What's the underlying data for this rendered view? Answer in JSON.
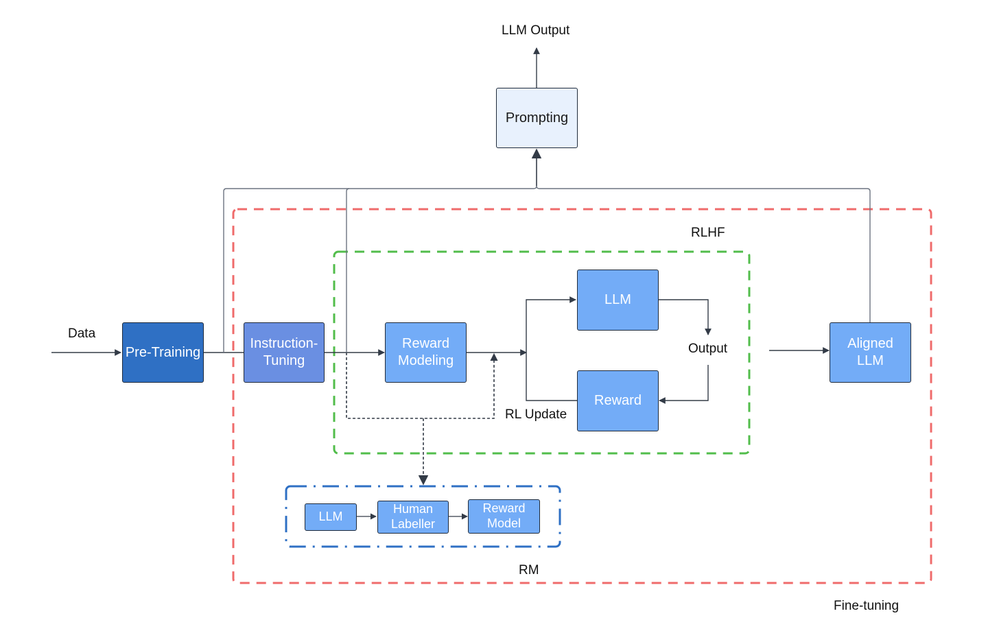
{
  "colors": {
    "pretraining": "#2f70c4",
    "instruction": "#6a8fe2",
    "stage": "#73acf7",
    "prompting": "#e8f1fd",
    "edge": "#333b47",
    "rlhf_border": "#52bd4b",
    "finetune_border": "#ef6b6b",
    "rm_border": "#2f70c4"
  },
  "nodes": {
    "pretraining": "Pre-Training",
    "instruction": "Instruction-\nTuning",
    "reward_modeling": "Reward\nModeling",
    "llm": "LLM",
    "reward": "Reward",
    "aligned": "Aligned\nLLM",
    "prompting": "Prompting",
    "rm_llm": "LLM",
    "human_labeller": "Human\nLabeller",
    "reward_model": "Reward\nModel"
  },
  "labels": {
    "data": "Data",
    "llm_output": "LLM Output",
    "output": "Output",
    "rl_update": "RL Update",
    "rlhf": "RLHF",
    "rm": "RM",
    "fine_tuning": "Fine-tuning"
  }
}
